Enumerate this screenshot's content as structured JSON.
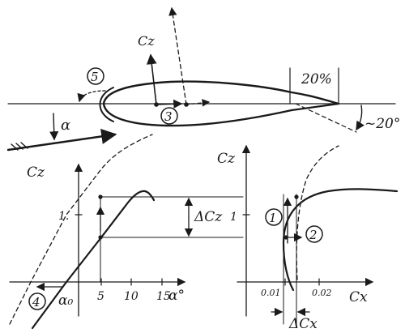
{
  "airfoil": {
    "lift_label": "Cz",
    "angle_label": "α",
    "flap_chord": "20%",
    "flap_angle": "~20°",
    "marker_3": "3",
    "marker_5": "5"
  },
  "lift_curve": {
    "y_label": "Cz",
    "y_tick": "1.",
    "x_ticks": [
      "5",
      "10",
      "15"
    ],
    "x_label": "α°",
    "alpha0_label": "α₀",
    "delta_label": "ΔCz",
    "marker_4": "4"
  },
  "polar": {
    "y_label": "Cz",
    "y_tick": "1",
    "x_ticks": [
      "0.01",
      "0.02"
    ],
    "x_label": "Cx",
    "delta_label": "ΔCx",
    "marker_1": "1",
    "marker_2": "2"
  },
  "colors": {
    "ink": "#1a1a1a",
    "paper": "#ffffff"
  }
}
